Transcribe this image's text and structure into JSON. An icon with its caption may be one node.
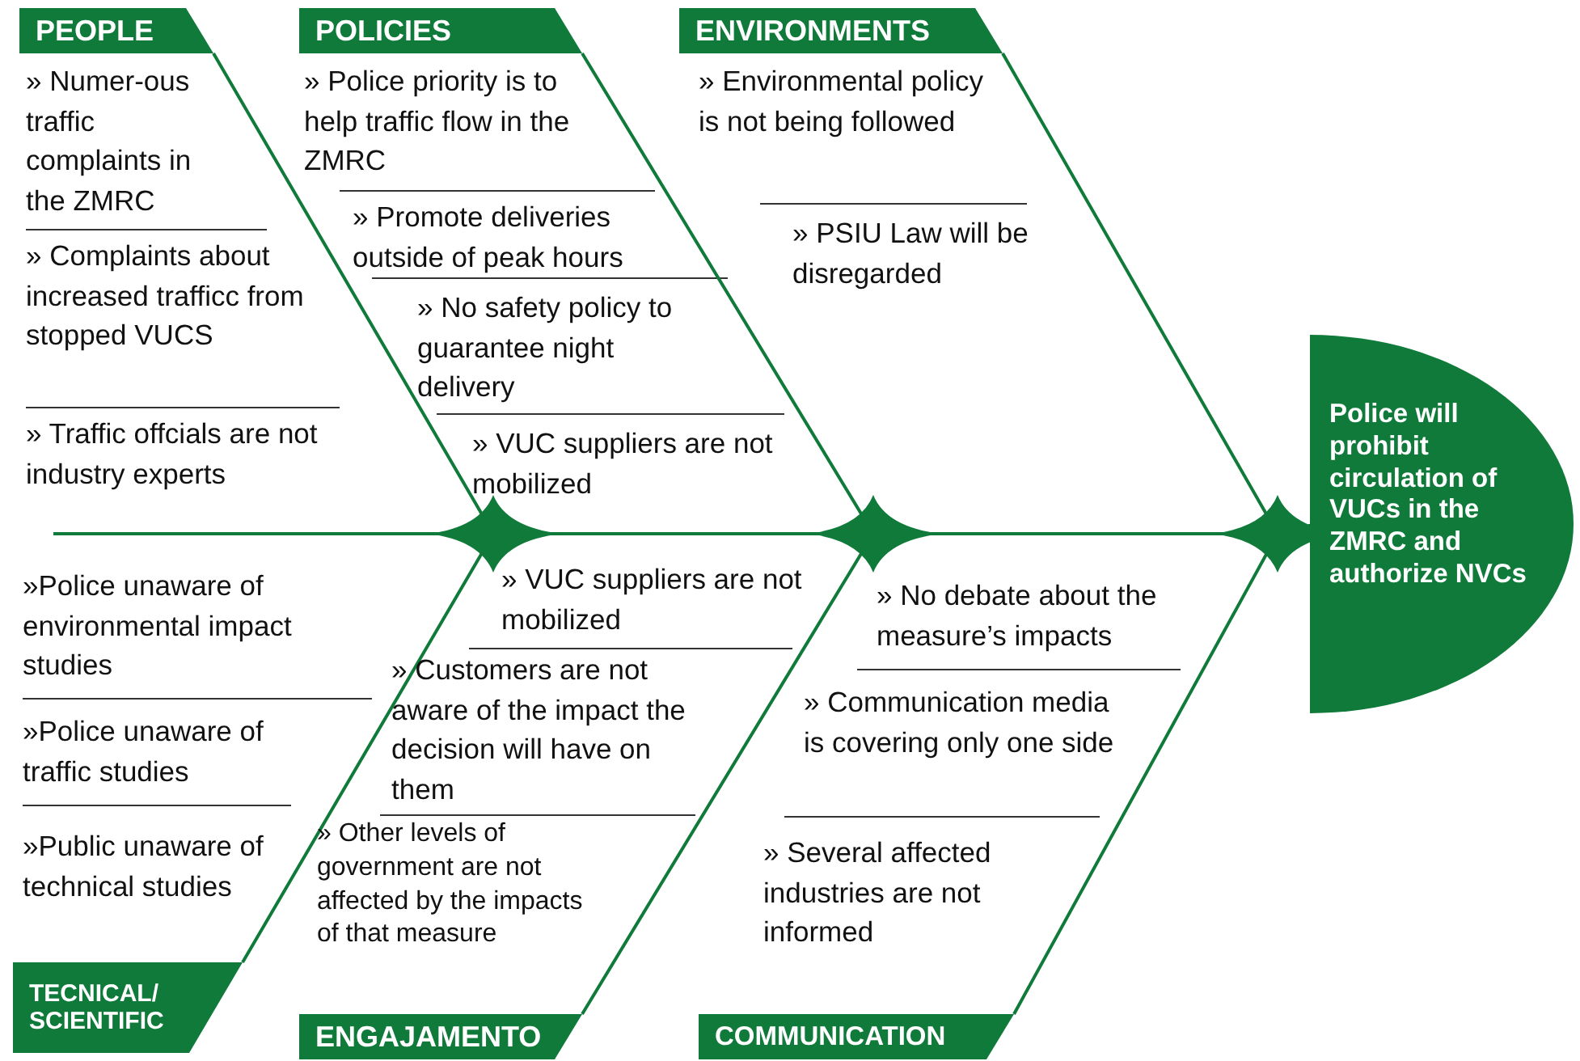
{
  "diagram": {
    "nodes": [
      {
        "text": [
          "PEOPLE"
        ],
        "beside": [
          "» Numer-ous traffic complaints in the ZMRC",
          "» Complaints about increased trafficc from stopped VUCS",
          "» Traffic offcials are not industry experts"
        ]
      },
      {
        "text": [
          "POLICIES"
        ],
        "beside": [
          "» Police priority is to help traffic flow in the ZMRC",
          "» Promote deliveries outside of peak hours",
          "» No safety policy to guarantee night delivery",
          "» VUC suppliers are not mobilized"
        ]
      },
      {
        "text": [
          "ENVIRONMENTS"
        ],
        "beside": [
          "» Environmental policy is not being followed",
          "» PSIU Law will be disregarded"
        ]
      },
      {
        "text": [
          "Police will prohibit circulation of VUCs in the ZMRC and authorize NVCs"
        ]
      },
      {
        "text": [
          "TECNICAL/ SCIENTIFIC"
        ],
        "beside": [
          "»Police unaware of environmental impact studies",
          "»Police unaware of traffic studies",
          "»Public unaware of technical studies"
        ]
      },
      {
        "text": [
          "ENGAJAMENTO"
        ],
        "beside": [
          "» VUC suppliers are not mobilized",
          "» Customers are not aware of the impact the decision will have on them",
          "» Other levels of government are not affected by the impacts of that measure"
        ]
      },
      {
        "text": [
          "COMMUNICATION"
        ],
        "beside": [
          "» No debate about the measure’s impacts",
          "» Communication media is covering only one side",
          "» Several affected industries are not informed"
        ]
      }
    ],
    "edges": [
      {
        "from": 0,
        "to": 3,
        "arrow": "none"
      },
      {
        "from": 1,
        "to": 3,
        "arrow": "none"
      },
      {
        "from": 2,
        "to": 3,
        "arrow": "none"
      },
      {
        "from": 4,
        "to": 3,
        "arrow": "none"
      },
      {
        "from": 5,
        "to": 3,
        "arrow": "none"
      },
      {
        "from": 6,
        "to": 3,
        "arrow": "none"
      }
    ]
  }
}
